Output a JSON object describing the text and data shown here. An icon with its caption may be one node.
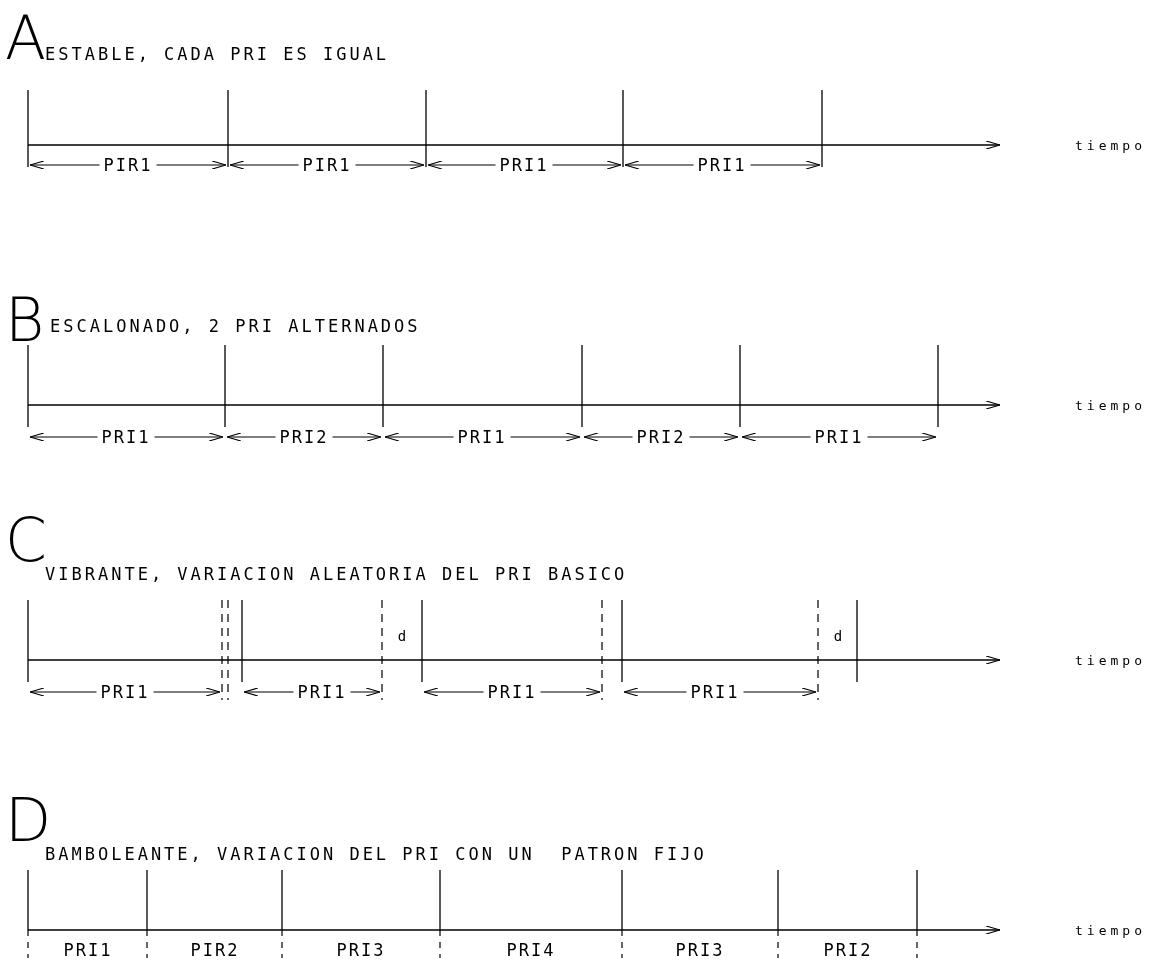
{
  "diagram": {
    "labels": [
      "A",
      "ESTABLE, CADA PRI ES IGUAL",
      "tiempo",
      "PIR1",
      "PIR1",
      "PRI1",
      "PRI1",
      "B",
      "ESCALONADO, 2 PRI ALTERNADOS",
      "tiempo",
      "PRI1",
      "PRI2",
      "PRI1",
      "PRI2",
      "PRI1",
      "C",
      "VIBRANTE, VARIACION ALEATORIA DEL PRI BASICO",
      "d",
      "d",
      "tiempo",
      "PRI1",
      "PRI1",
      "PRI1",
      "PRI1",
      "D",
      "BAMBOLEANTE, VARIACION DEL PRI CON UN  PATRON FIJO",
      "tiempo",
      "PRI1",
      "PIR2",
      "PRI3",
      "PRI4",
      "PRI3",
      "PRI2"
    ]
  }
}
